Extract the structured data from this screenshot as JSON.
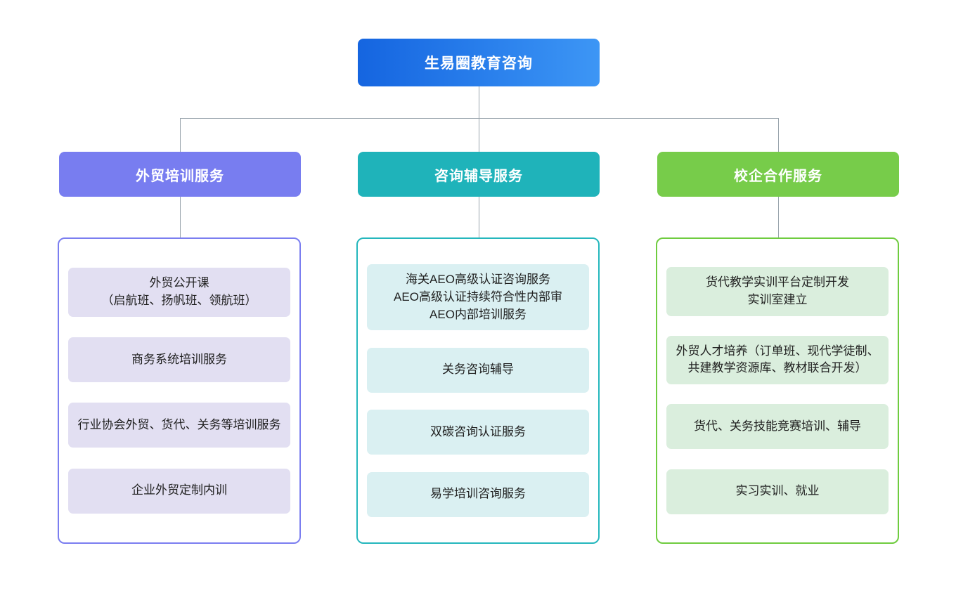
{
  "diagram": {
    "type": "organization-chart",
    "root": {
      "label": "生易圈教育咨询",
      "color": "#1565e0",
      "color_end": "#3d96f5"
    },
    "columns": [
      {
        "header": "外贸培训服务",
        "header_color": "#787df0",
        "border_color": "#7b7ef0",
        "card_color": "#e2dff2",
        "items": [
          "外贸公开课\n（启航班、扬帆班、领航班）",
          "商务系统培训服务",
          "行业协会外贸、货代、关务等培训服务",
          "企业外贸定制内训"
        ]
      },
      {
        "header": "咨询辅导服务",
        "header_color": "#1fb3ba",
        "border_color": "#25b7bd",
        "card_color": "#daf0f2",
        "items": [
          "海关AEO高级认证咨询服务\nAEO高级认证持续符合性内部审\nAEO内部培训服务",
          "关务咨询辅导",
          "双碳咨询认证服务",
          "易学培训咨询服务"
        ]
      },
      {
        "header": "校企合作服务",
        "header_color": "#77cc4a",
        "border_color": "#6fcc3f",
        "card_color": "#daeedd",
        "items": [
          "货代教学实训平台定制开发\n实训室建立",
          "外贸人才培养（订单班、现代学徒制、共建教学资源库、教材联合开发）",
          "货代、关务技能竞赛培训、辅导",
          "实习实训、就业"
        ]
      }
    ],
    "connector_color": "#9aa5ad"
  }
}
